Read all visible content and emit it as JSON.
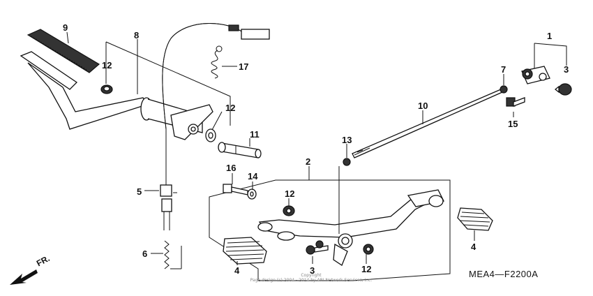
{
  "diagram": {
    "reference_code": "MEA4—F2200A",
    "direction_label": "FR.",
    "copyright_line1": "Copyright",
    "copyright_line2": "Page design (c) 2004 - 2014 by ARI Network Services, Inc.",
    "callouts": [
      {
        "id": "c9",
        "text": "9"
      },
      {
        "id": "c8",
        "text": "8"
      },
      {
        "id": "c12a",
        "text": "12"
      },
      {
        "id": "c17",
        "text": "17"
      },
      {
        "id": "c12b",
        "text": "12"
      },
      {
        "id": "c11",
        "text": "11"
      },
      {
        "id": "c16",
        "text": "16"
      },
      {
        "id": "c14",
        "text": "14"
      },
      {
        "id": "c2",
        "text": "2"
      },
      {
        "id": "c12c",
        "text": "12"
      },
      {
        "id": "c5",
        "text": "5"
      },
      {
        "id": "c6",
        "text": "6"
      },
      {
        "id": "c4a",
        "text": "4"
      },
      {
        "id": "c3a",
        "text": "3"
      },
      {
        "id": "c12d",
        "text": "12"
      },
      {
        "id": "c13",
        "text": "13"
      },
      {
        "id": "c10",
        "text": "10"
      },
      {
        "id": "c1",
        "text": "1"
      },
      {
        "id": "c7",
        "text": "7"
      },
      {
        "id": "c3b",
        "text": "3"
      },
      {
        "id": "c15",
        "text": "15"
      },
      {
        "id": "c4b",
        "text": "4"
      }
    ]
  }
}
